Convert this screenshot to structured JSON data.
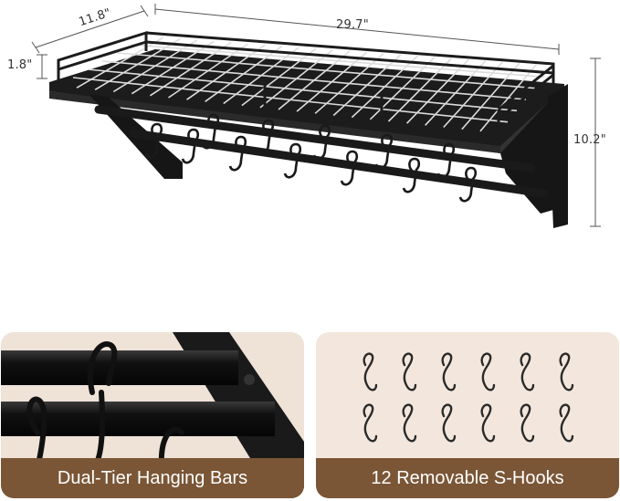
{
  "dimensions": {
    "depth": "11.8\"",
    "length": "29.7\"",
    "rail_height": "1.8\"",
    "total_height": "10.2\""
  },
  "panels": {
    "left_caption": "Dual-Tier Hanging Bars",
    "right_caption": "12 Removable S-Hooks"
  },
  "colors": {
    "metal": "#1c1c1c",
    "caption_bar": "#7a5636",
    "panel_bg": "#efe2d7"
  },
  "s_hooks_count": 12
}
